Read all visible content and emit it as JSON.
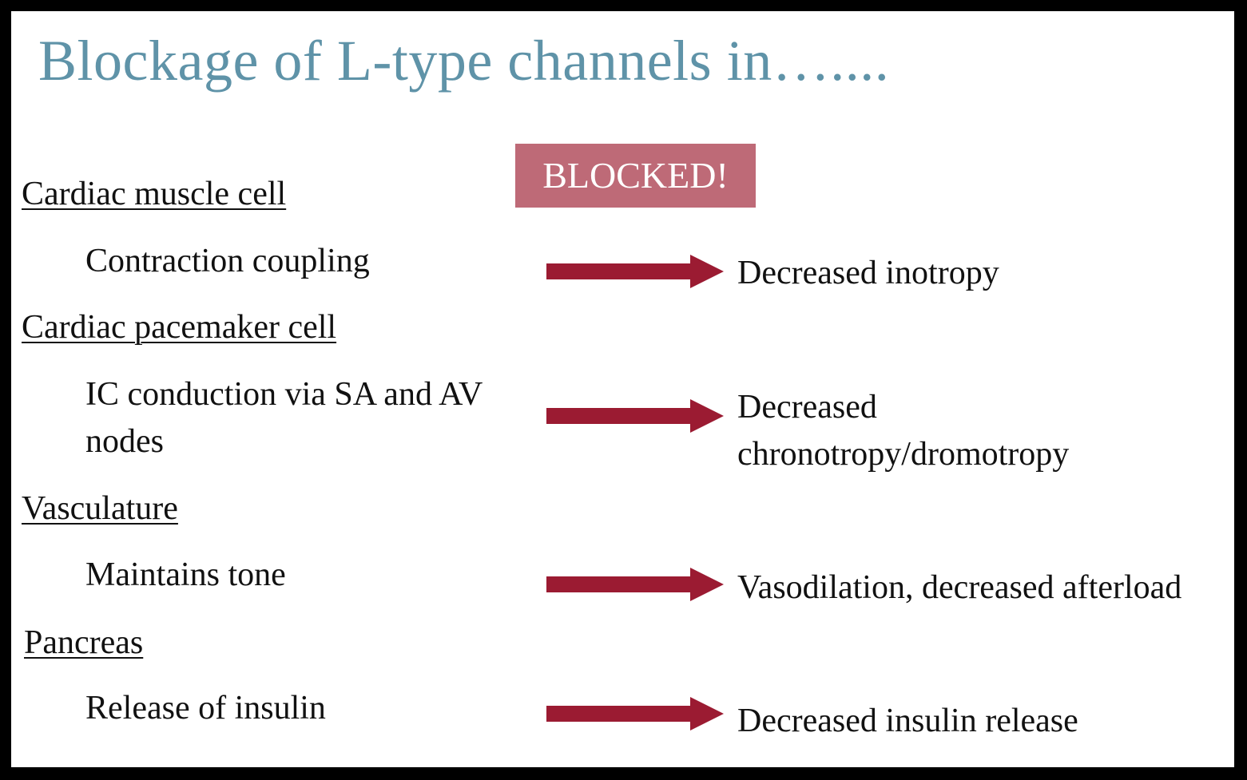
{
  "slide": {
    "title": "Blockage of L-type channels in…....",
    "badge": "BLOCKED!",
    "colors": {
      "title": "#5f93a8",
      "badge_bg": "#be6a77",
      "arrow": "#9b1b32",
      "text": "#111111",
      "frame": "#000000"
    },
    "arrow_icon": "right-arrow",
    "rows": [
      {
        "heading": "Cardiac muscle cell",
        "item": "Contraction coupling",
        "effect": "Decreased inotropy"
      },
      {
        "heading": "Cardiac pacemaker cell",
        "item_line1": "IC conduction via SA and AV",
        "item_line2": "nodes",
        "effect_line1": "Decreased",
        "effect_line2": "chronotropy/dromotropy"
      },
      {
        "heading": "Vasculature",
        "item": "Maintains tone",
        "effect": "Vasodilation, decreased afterload"
      },
      {
        "heading": "Pancreas",
        "item": "Release of  insulin",
        "effect": "Decreased insulin release"
      }
    ]
  }
}
